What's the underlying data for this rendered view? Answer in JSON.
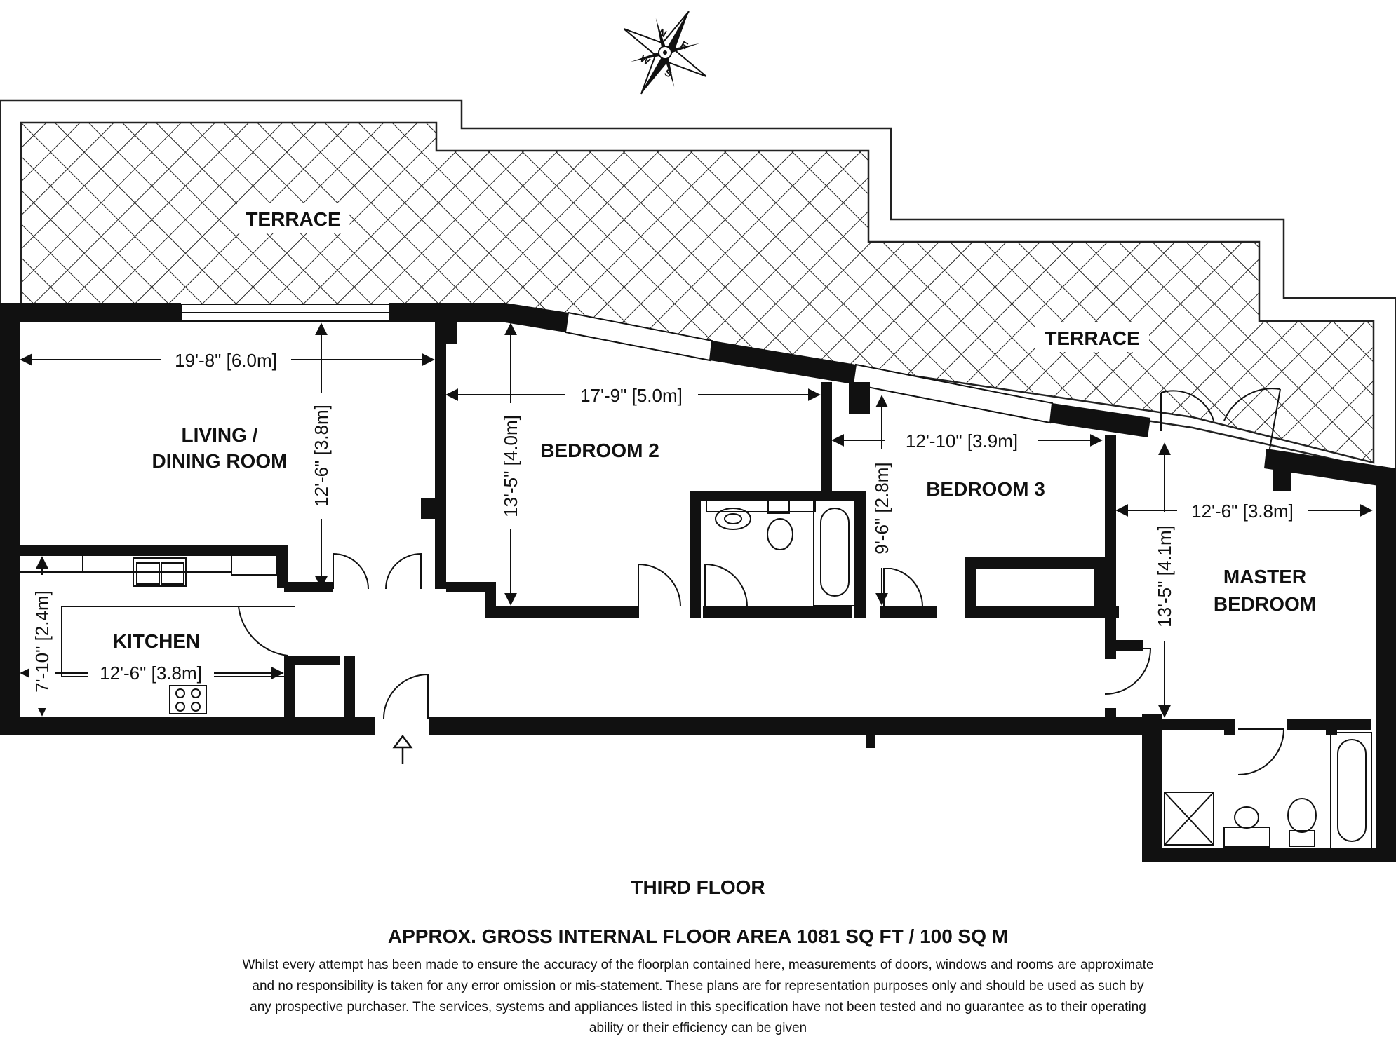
{
  "compass": {
    "n": "N",
    "e": "E",
    "s": "S",
    "w": "W"
  },
  "terraces": [
    "TERRACE",
    "TERRACE"
  ],
  "rooms": {
    "living": {
      "line1": "LIVING /",
      "line2": "DINING ROOM",
      "width": "19'-8\" [6.0m]",
      "depth": "12'-6\" [3.8m]"
    },
    "kitchen": {
      "name": "KITCHEN",
      "width": "12'-6\" [3.8m]",
      "depth": "7'-10\" [2.4m]"
    },
    "bedroom2": {
      "name": "BEDROOM 2",
      "width": "17'-9\" [5.0m]",
      "depth": "13'-5\" [4.0m]"
    },
    "bedroom3": {
      "name": "BEDROOM 3",
      "width": "12'-10\" [3.9m]",
      "depth": "9'-6\" [2.8m]"
    },
    "master": {
      "line1": "MASTER",
      "line2": "BEDROOM",
      "width": "12'-6\" [3.8m]",
      "depth": "13'-5\" [4.1m]"
    }
  },
  "footer": {
    "floor": "THIRD FLOOR",
    "area": "APPROX. GROSS INTERNAL FLOOR AREA 1081 SQ FT / 100 SQ M",
    "disclaimer": "Whilst every attempt has been made to ensure the accuracy of the floorplan contained here, measurements of doors, windows and rooms are approximate and no responsibility is taken for any error omission or mis-statement. These plans are for representation purposes only and should  be used as such by any prospective purchaser. The services, systems and appliances listed in this specification have not been tested and no guarantee as to their operating ability or their efficiency can be given"
  }
}
